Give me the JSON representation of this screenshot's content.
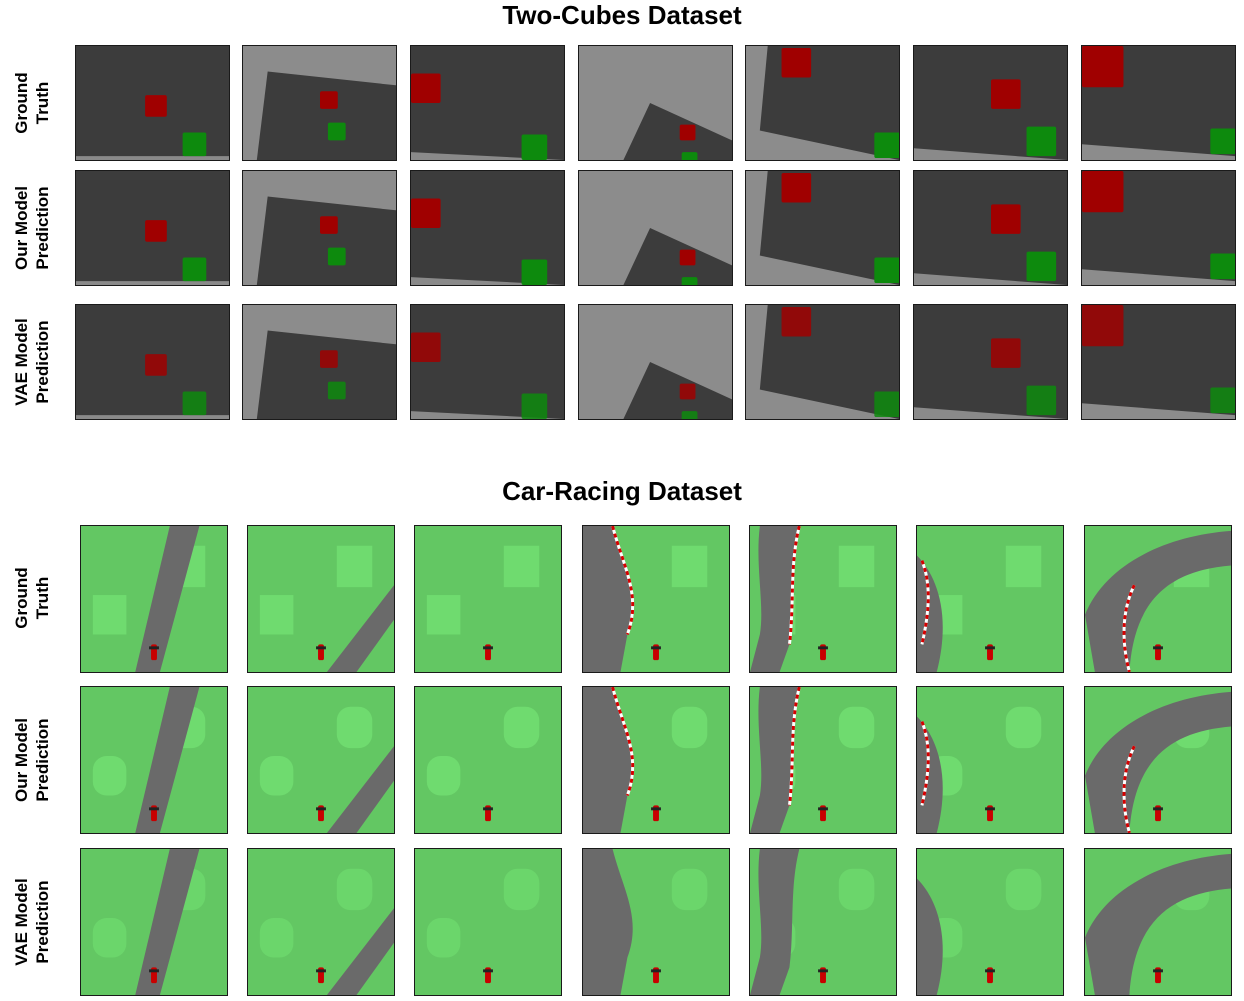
{
  "figure": {
    "cubes_title": "Two-Cubes Dataset",
    "car_title": "Car-Racing Dataset",
    "row_labels": [
      {
        "line1": "Ground",
        "line2": "Truth"
      },
      {
        "line1": "Our Model",
        "line2": "Prediction"
      },
      {
        "line1": "VAE Model",
        "line2": "Prediction"
      }
    ]
  },
  "colors": {
    "cube_floor": "#3c3c3c",
    "cube_background": "#8a8a8a",
    "cube_red": "#a00000",
    "cube_green": "#0d8a0d",
    "grass": "#63c763",
    "grass_patch": "#72e072",
    "track": "#6a6a6a",
    "curb_red": "#d40000",
    "car": "#c80000"
  },
  "frame_count": 7
}
